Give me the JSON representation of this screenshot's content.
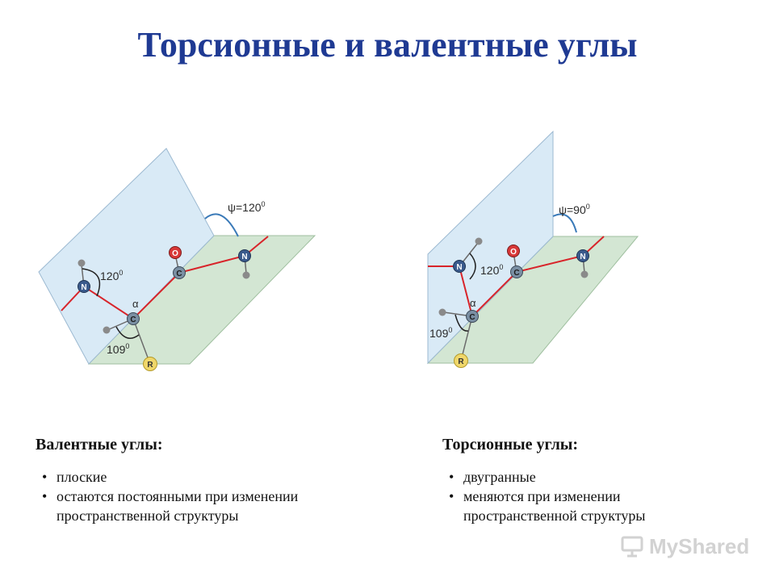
{
  "title": "Торсионные и валентные углы",
  "diagram_left": {
    "psi_label": "ψ=120",
    "psi_exp": "0",
    "angle_n_label": "120",
    "angle_n_exp": "0",
    "angle_c_label": "109",
    "angle_c_exp": "0",
    "alpha_label": "α",
    "atoms": {
      "n1": "N",
      "c1": "C",
      "c2": "C",
      "o": "O",
      "n2": "N",
      "r": "R"
    }
  },
  "diagram_right": {
    "psi_label": "ψ=90",
    "psi_exp": "0",
    "angle_n_label": "120",
    "angle_n_exp": "0",
    "angle_c_label": "109",
    "angle_c_exp": "0",
    "alpha_label": "α",
    "atoms": {
      "n1": "N",
      "c1": "C",
      "c2": "C",
      "o": "O",
      "n2": "N",
      "r": "R"
    }
  },
  "valence": {
    "heading": "Валентные углы:",
    "bullets": [
      "плоские",
      "остаются постоянными при изменении пространственной структуры"
    ]
  },
  "torsion": {
    "heading": "Торсионные углы:",
    "bullets": [
      "двугранные",
      "меняются при изменении пространственной структуры"
    ]
  },
  "watermark": {
    "text": "MyShared"
  },
  "colors": {
    "title": "#1f3a93",
    "blue_plane": "#d6e8f5",
    "green_plane": "#d3e6d3",
    "backbone": "#d8242a",
    "atom_n": "#3a5a8c",
    "atom_c": "#7a8fa3",
    "atom_o": "#d83838",
    "atom_r": "#f0d76a"
  }
}
